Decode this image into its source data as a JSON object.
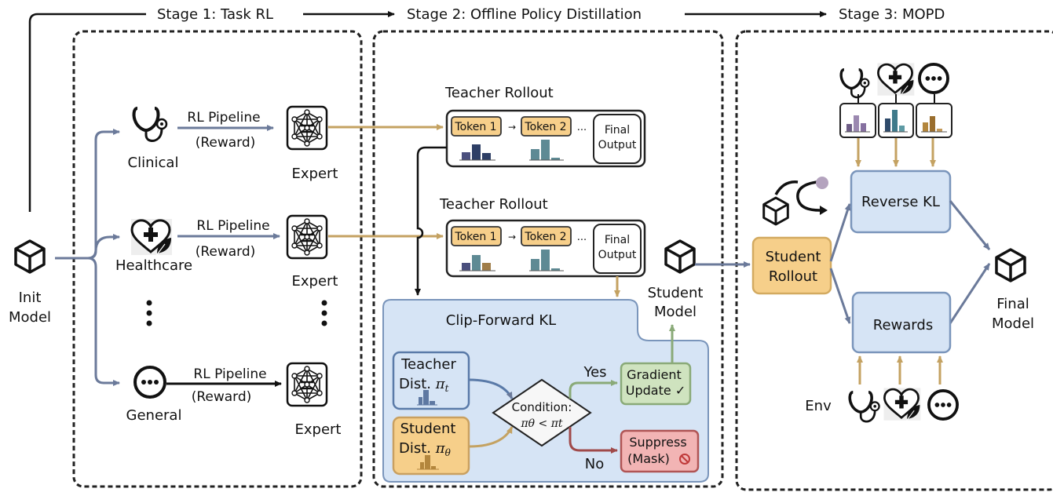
{
  "stages": [
    {
      "label": "Stage 1: Task RL"
    },
    {
      "label": "Stage 2: Offline Policy Distillation"
    },
    {
      "label": "Stage 3: MOPD"
    }
  ],
  "init_model": {
    "line1": "Init",
    "line2": "Model"
  },
  "stage1": {
    "domains": [
      {
        "name": "Clinical",
        "icon": "stethoscope-icon",
        "pipeline": "RL Pipeline",
        "reward": "(Reward)",
        "expert": "Expert"
      },
      {
        "name": "Healthcare",
        "icon": "heart-plus-leaf-icon",
        "pipeline": "RL Pipeline",
        "reward": "(Reward)",
        "expert": "Expert"
      },
      {
        "name": "General",
        "icon": "ellipsis-circle-icon",
        "pipeline": "RL Pipeline",
        "reward": "(Reward)",
        "expert": "Expert"
      }
    ],
    "ellipsis": "⋮"
  },
  "stage2": {
    "rollouts": [
      {
        "title": "Teacher Rollout",
        "token1": "Token 1",
        "token2": "Token 2",
        "dots": "...",
        "final_line1": "Final",
        "final_line2": "Output"
      },
      {
        "title": "Teacher Rollout",
        "token1": "Token 1",
        "token2": "Token 2",
        "dots": "...",
        "final_line1": "Final",
        "final_line2": "Output"
      }
    ],
    "clip_forward": {
      "title": "Clip-Forward KL",
      "teacher_line1": "Teacher",
      "teacher_line2": "Dist. ",
      "teacher_sym": "π",
      "teacher_sub": "t",
      "student_line1": "Student",
      "student_line2": "Dist. ",
      "student_sym": "π",
      "student_sub": "θ",
      "condition_line1": "Condition:",
      "condition_expr": "πθ < πt",
      "yes": "Yes",
      "no": "No",
      "gradient_line1": "Gradient",
      "gradient_line2": "Update ✓",
      "suppress_line1": "Suppress",
      "suppress_line2": "(Mask) ⃠"
    },
    "student_model": {
      "line1": "Student",
      "line2": "Model"
    }
  },
  "stage3": {
    "student_rollout": {
      "line1": "Student",
      "line2": "Rollout"
    },
    "reverse_kl": "Reverse KL",
    "rewards": "Rewards",
    "env": "Env",
    "final_model": {
      "line1": "Final",
      "line2": "Model"
    }
  },
  "colors": {
    "blue_arrow": "#6b7a9a",
    "gold_arrow": "#c4a262",
    "green_arrow": "#8aaa78",
    "red_arrow": "#a04a4a",
    "token_fill": "#f7cf8a",
    "blue_box": "#d6e4f5",
    "orange_box": "#f6cf8a",
    "green_box": "#cfe3bf",
    "red_box": "#f2b4b4"
  }
}
